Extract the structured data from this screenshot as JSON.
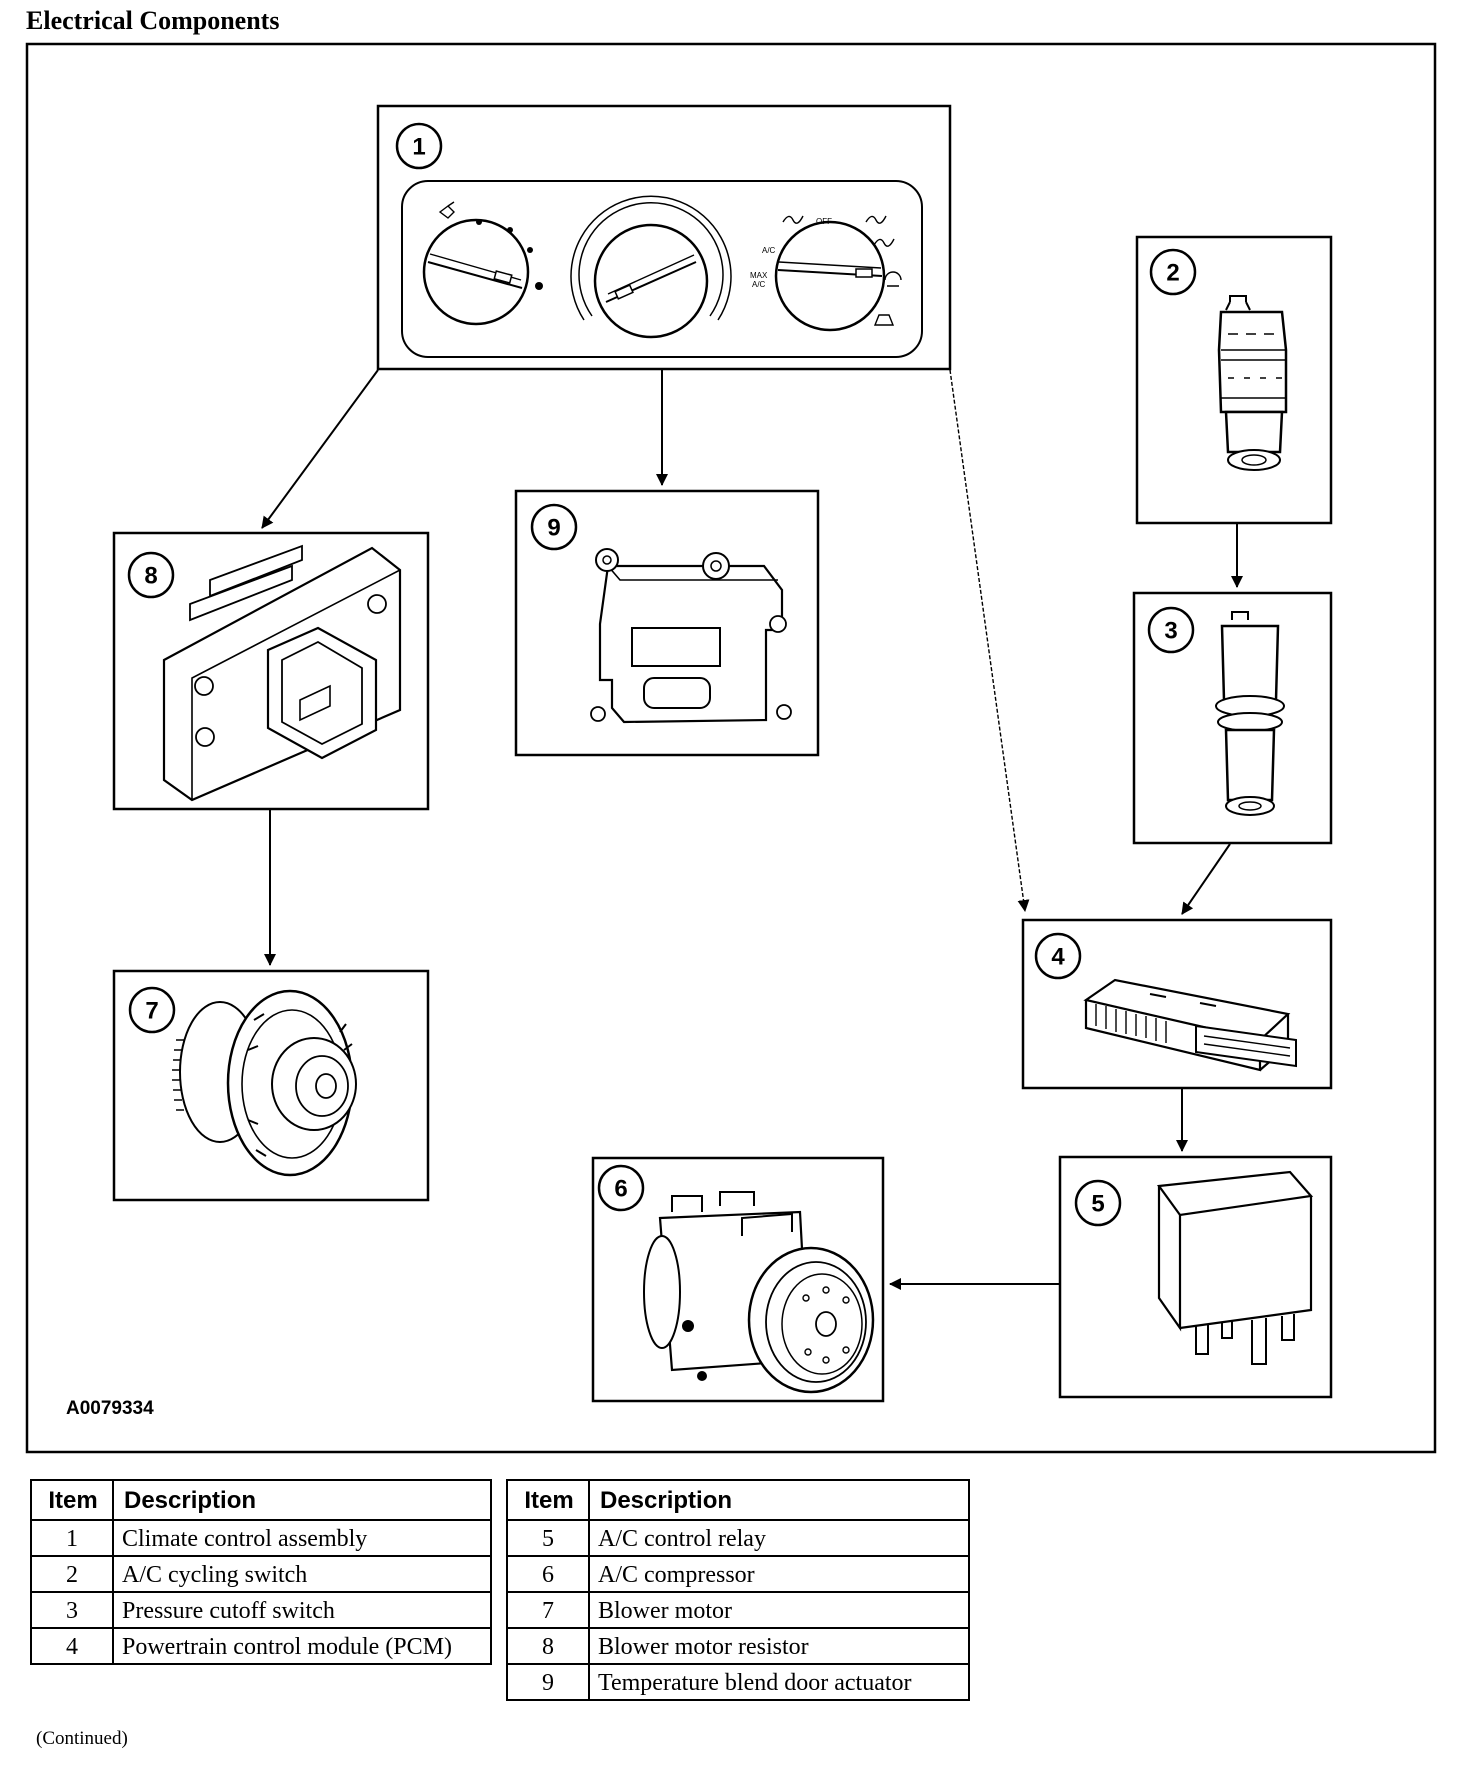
{
  "title": "Electrical Components",
  "figure_id": "A0079334",
  "callouts": [
    "1",
    "2",
    "3",
    "4",
    "5",
    "6",
    "7",
    "8",
    "9"
  ],
  "climate_panel": {
    "left_knob_labels": [],
    "right_knob_labels": [
      "OFF",
      "A/C",
      "MAX A/C"
    ],
    "right_knob_label_max": "MAX",
    "right_knob_label_ac": "A/C"
  },
  "legend": {
    "header_item": "Item",
    "header_description": "Description",
    "left_rows": [
      {
        "item": "1",
        "description": "Climate control assembly"
      },
      {
        "item": "2",
        "description": "A/C cycling switch"
      },
      {
        "item": "3",
        "description": "Pressure cutoff switch"
      },
      {
        "item": "4",
        "description": "Powertrain control module (PCM)"
      }
    ],
    "right_rows": [
      {
        "item": "5",
        "description": "A/C control relay"
      },
      {
        "item": "6",
        "description": "A/C compressor"
      },
      {
        "item": "7",
        "description": "Blower motor"
      },
      {
        "item": "8",
        "description": "Blower motor resistor"
      },
      {
        "item": "9",
        "description": "Temperature blend door actuator"
      }
    ],
    "continued": "(Continued)"
  }
}
